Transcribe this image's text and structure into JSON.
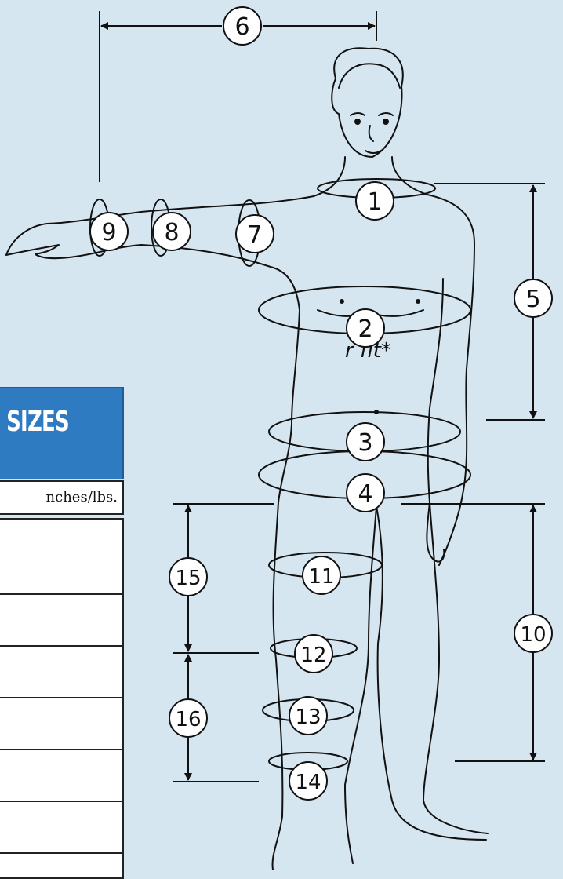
{
  "note_text": "r fit*",
  "sizes_title": "SIZES",
  "units_text": "nches/lbs.",
  "table_rows": 7,
  "measurement_points": [
    "1",
    "2",
    "3",
    "4",
    "5",
    "6",
    "7",
    "8",
    "9",
    "10",
    "11",
    "12",
    "13",
    "14",
    "15",
    "16"
  ]
}
